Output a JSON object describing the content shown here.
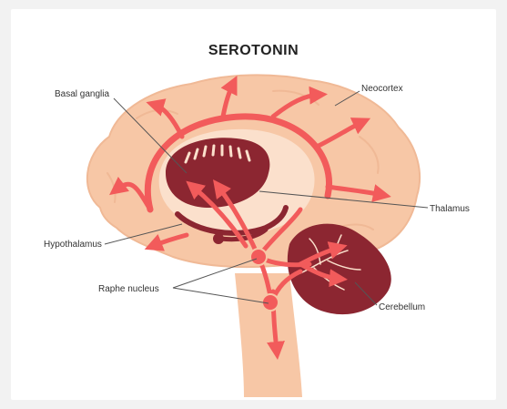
{
  "title": "SEROTONIN",
  "labels": {
    "basal_ganglia": "Basal ganglia",
    "neocortex": "Neocortex",
    "thalamus": "Thalamus",
    "hypothalamus": "Hypothalamus",
    "raphe_nucleus": "Raphe nucleus",
    "cerebellum": "Cerebellum"
  },
  "colors": {
    "brain": "#f7c7a6",
    "brain_outline": "#f0b996",
    "pathway": "#f25b5b",
    "dark": "#8c2631",
    "inner": "#fbe0cc"
  }
}
